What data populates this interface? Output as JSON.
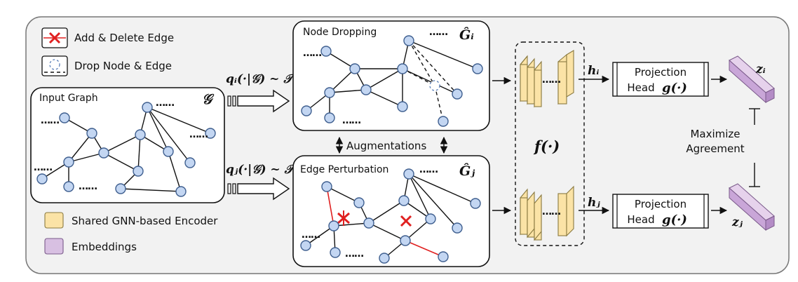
{
  "legend": {
    "add_delete_edge": "Add & Delete Edge",
    "drop_node_edge": "Drop Node & Edge",
    "shared_encoder": "Shared GNN-based Encoder",
    "embeddings": "Embeddings"
  },
  "panels": {
    "input_graph": "Input Graph",
    "input_symbol": "𝒢",
    "node_dropping": "Node Dropping",
    "node_dropping_symbol": "Ĝᵢ",
    "edge_perturbation": "Edge Perturbation",
    "edge_perturbation_symbol": "Ĝⱼ",
    "dots": "……"
  },
  "augmentations": {
    "label": "Augmentations",
    "qi": "qᵢ(·|𝒢) ~ 𝒯",
    "qj": "qⱼ(·|𝒢) ~ 𝒯"
  },
  "encoder": {
    "label": "f(·)",
    "dots": "……"
  },
  "outputs": {
    "hi": "hᵢ",
    "hj": "hⱼ",
    "zi": "zᵢ",
    "zj": "zⱼ"
  },
  "projection": {
    "line1": "Projection",
    "line2": "Head",
    "g": "g(·)"
  },
  "objective": {
    "line1": "Maximize",
    "line2": "Agreement"
  },
  "colors": {
    "node_fill": "#c3d6f2",
    "encoder_fill": "#fbe3a6",
    "embedding_fill": "#c9a6d8",
    "perturb_red": "#e02020",
    "background": "#f2f2f2"
  }
}
